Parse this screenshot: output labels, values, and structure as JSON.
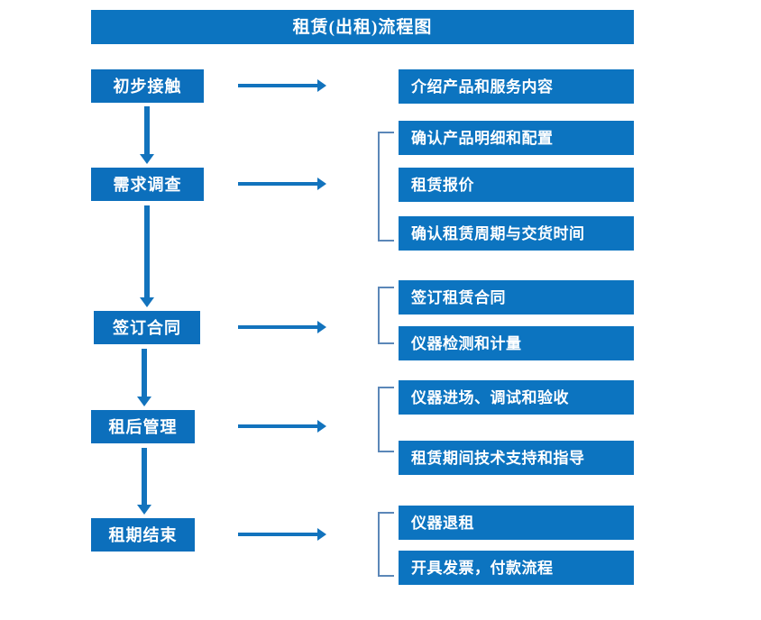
{
  "title": "租赁(出租)流程图",
  "colors": {
    "box_blue": "#0c74c0",
    "stage_blue": "#0c6fbc",
    "arrow_blue": "#1273bd",
    "bracket_blue": "#5b87b8",
    "text": "#ffffff",
    "background": "#ffffff"
  },
  "stages": [
    {
      "label": "初步接触"
    },
    {
      "label": "需求调查"
    },
    {
      "label": "签订合同"
    },
    {
      "label": "租后管理"
    },
    {
      "label": "租期结束"
    }
  ],
  "details": [
    {
      "label": "介绍产品和服务内容"
    },
    {
      "label": "确认产品明细和配置"
    },
    {
      "label": "租赁报价"
    },
    {
      "label": "确认租赁周期与交货时间"
    },
    {
      "label": "签订租赁合同"
    },
    {
      "label": "仪器检测和计量"
    },
    {
      "label": "仪器进场、调试和验收"
    },
    {
      "label": "租赁期间技术支持和指导"
    },
    {
      "label": "仪器退租"
    },
    {
      "label": "开具发票，付款流程"
    }
  ],
  "groups": [
    {
      "stage": "初步接触",
      "items": [
        "介绍产品和服务内容"
      ],
      "bracket": false
    },
    {
      "stage": "需求调查",
      "items": [
        "确认产品明细和配置",
        "租赁报价",
        "确认租赁周期与交货时间"
      ],
      "bracket": true
    },
    {
      "stage": "签订合同",
      "items": [
        "签订租赁合同",
        "仪器检测和计量"
      ],
      "bracket": true
    },
    {
      "stage": "租后管理",
      "items": [
        "仪器进场、调试和验收",
        "租赁期间技术支持和指导"
      ],
      "bracket": true
    },
    {
      "stage": "租期结束",
      "items": [
        "仪器退租",
        "开具发票，付款流程"
      ],
      "bracket": true
    }
  ],
  "connectors": {
    "horizontal_arrow_count": 5,
    "vertical_arrow_count": 4,
    "horizontal_direction": "right",
    "vertical_direction": "down"
  }
}
